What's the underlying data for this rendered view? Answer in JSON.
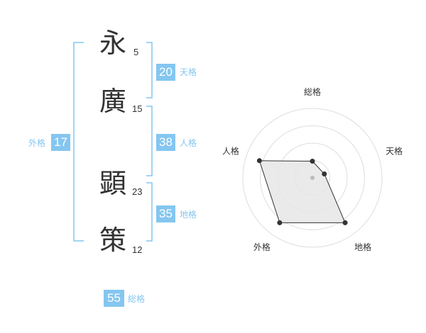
{
  "name_chars": [
    {
      "char": "永",
      "strokes": "5"
    },
    {
      "char": "廣",
      "strokes": "15"
    },
    {
      "char": "顕",
      "strokes": "23"
    },
    {
      "char": "策",
      "strokes": "12"
    }
  ],
  "fortunes": {
    "tenkaku": {
      "label": "天格",
      "value": "20"
    },
    "jinkaku": {
      "label": "人格",
      "value": "38"
    },
    "chikaku": {
      "label": "地格",
      "value": "35"
    },
    "gaikaku": {
      "label": "外格",
      "value": "17"
    },
    "soukaku": {
      "label": "総格",
      "value": "55"
    }
  },
  "colors": {
    "accent": "#84c6f0",
    "text": "#333333",
    "grid": "#dddddd",
    "fill": "#e6e6e6"
  },
  "chart_data": {
    "type": "radar",
    "axes": [
      "総格",
      "天格",
      "地格",
      "外格",
      "人格"
    ],
    "values": [
      0.24,
      0.18,
      0.8,
      0.8,
      0.8
    ],
    "max": 1,
    "rings": 4
  }
}
